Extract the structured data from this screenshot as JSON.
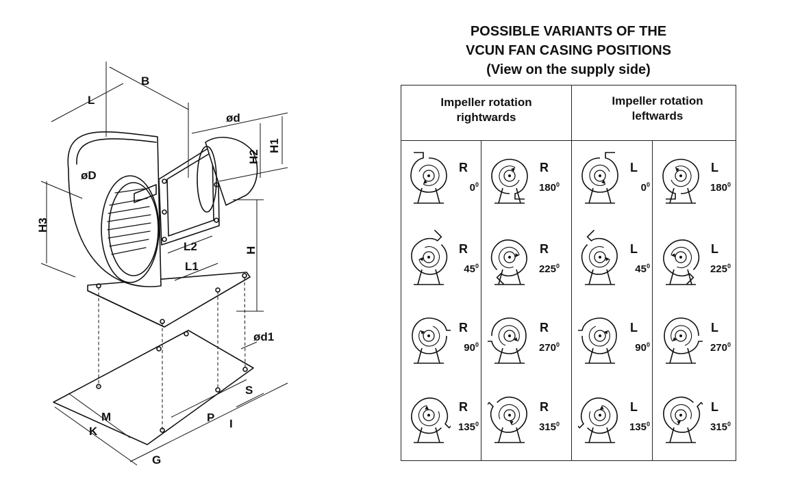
{
  "title": {
    "line1": "POSSIBLE VARIANTS OF THE",
    "line2": "VCUN FAN CASING POSITIONS",
    "line3": "(View on the supply side)"
  },
  "headers": {
    "right": {
      "line1": "Impeller rotation",
      "line2": "rightwards"
    },
    "left": {
      "line1": "Impeller rotation",
      "line2": "leftwards"
    }
  },
  "degree_mark": "0",
  "variants": [
    {
      "letter": "R",
      "angle": "0"
    },
    {
      "letter": "R",
      "angle": "180"
    },
    {
      "letter": "L",
      "angle": "0"
    },
    {
      "letter": "L",
      "angle": "180"
    },
    {
      "letter": "R",
      "angle": "45"
    },
    {
      "letter": "R",
      "angle": "225"
    },
    {
      "letter": "L",
      "angle": "45"
    },
    {
      "letter": "L",
      "angle": "225"
    },
    {
      "letter": "R",
      "angle": "90"
    },
    {
      "letter": "R",
      "angle": "270"
    },
    {
      "letter": "L",
      "angle": "90"
    },
    {
      "letter": "L",
      "angle": "270"
    },
    {
      "letter": "R",
      "angle": "135"
    },
    {
      "letter": "R",
      "angle": "315"
    },
    {
      "letter": "L",
      "angle": "135"
    },
    {
      "letter": "L",
      "angle": "315"
    }
  ],
  "dimension_labels": {
    "L": "L",
    "B": "B",
    "d": "ød",
    "H1": "H1",
    "H2": "H2",
    "D": "øD",
    "H3": "H3",
    "H": "H",
    "L2": "L2",
    "L1": "L1",
    "d1": "ød1",
    "M": "M",
    "K": "K",
    "P": "P",
    "I": "I",
    "S": "S",
    "G": "G"
  }
}
